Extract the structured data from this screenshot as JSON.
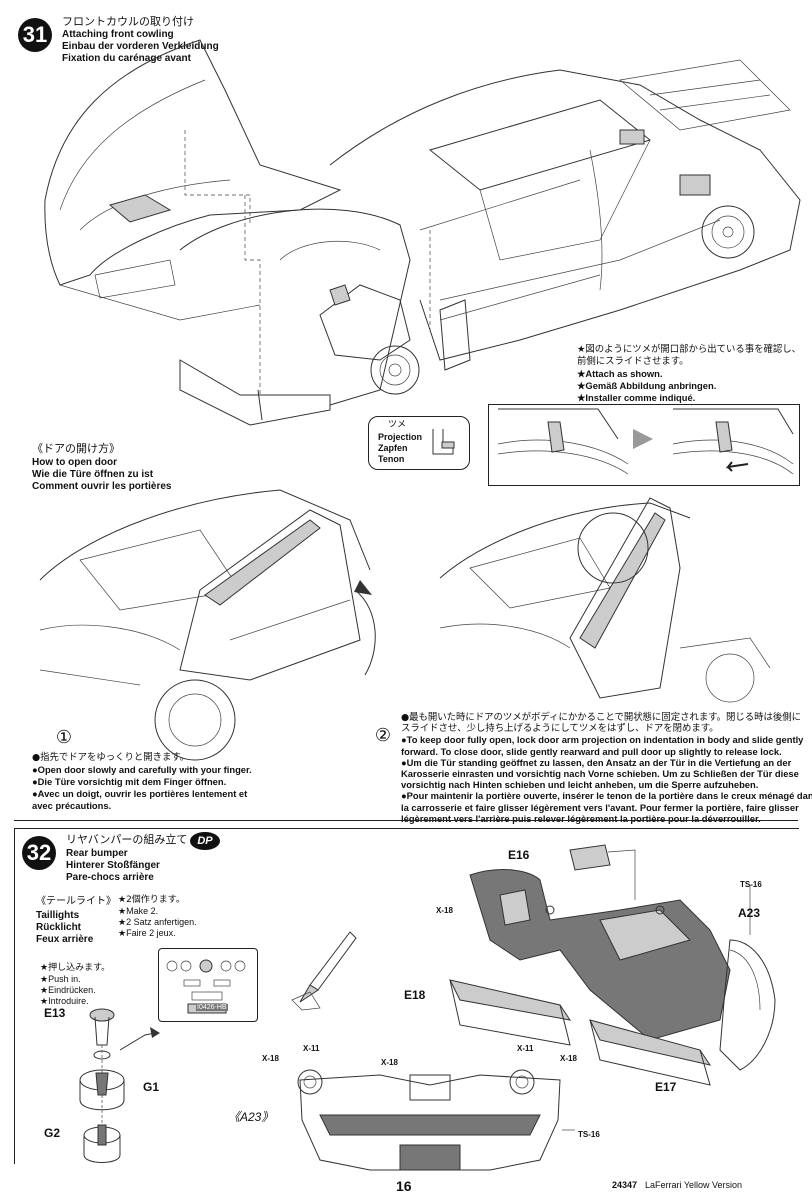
{
  "step31": {
    "number": "31",
    "title_jp": "フロントカウルの取り付け",
    "title_en": "Attaching front cowling",
    "title_de": "Einbau der vorderen Verkleidung",
    "title_fr": "Fixation du carénage avant",
    "note_jp1": "★図のようにツメが開口部から出ている事を確認し、",
    "note_jp2": "前側にスライドさせます。",
    "note_en": "★Attach as shown.",
    "note_de": "★Gemäß Abbildung anbringen.",
    "note_fr": "★Installer comme indiqué.",
    "projection_jp": "ツメ",
    "projection_en": "Projection",
    "projection_de": "Zapfen",
    "projection_fr": "Tenon",
    "door_title_jp": "《ドアの開け方》",
    "door_title_en": "How to open door",
    "door_title_de": "Wie die Türe öffnen zu ist",
    "door_title_fr": "Comment ouvrir les portières",
    "door1_num": "①",
    "door1_jp": "●指先でドアをゆっくりと開きます。",
    "door1_en": "●Open door slowly and carefully with your finger.",
    "door1_de": "●Die Türe vorsichtig mit dem Finger öffnen.",
    "door1_fr1": "●Avec un doigt, ouvrir les portières lentement et",
    "door1_fr2": "avec précautions.",
    "door2_num": "②",
    "door2_lines": [
      "●最も開いた時にドアのツメがボディにかかることで開状態に固定されます。閉じる時は後側に",
      "スライドさせ、少し持ち上げるようにしてツメをはずし、ドアを閉めます。",
      "●To keep door fully open, lock door arm projection on indentation in body and slide gently",
      "forward. To close door, slide gently rearward and pull door up slightly to release lock.",
      "●Um die Tür standing geöffnet zu lassen, den Ansatz an der Tür in die Vertiefung an der",
      "Karosserie einrasten und vorsichtig nach Vorne schieben. Um zu Schließen der Tür diese",
      "vorsichtig nach Hinten schieben und leicht anheben, um die Sperre aufzuheben.",
      "●Pour maintenir la portière ouverte, insérer le tenon de la portière dans le creux ménagé dans",
      "la carrosserie et faire glisser légèrement vers l'avant. Pour fermer la portière, faire glisser",
      "légèrement vers l'arrière puis relever légèrement la portière pour la déverrouiller."
    ]
  },
  "step32": {
    "number": "32",
    "title_jp": "リヤバンパーの組み立て",
    "badge": "DP",
    "title_en": "Rear bumper",
    "title_de": "Hinterer Stoßfänger",
    "title_fr": "Pare-chocs arrière",
    "tail_jp": "《テールライト》",
    "tail_en": "Taillights",
    "tail_de": "Rücklicht",
    "tail_fr": "Feux arrière",
    "make_jp": "★2個作ります。",
    "make_en": "★Make 2.",
    "make_de": "★2 Satz anfertigen.",
    "make_fr": "★Faire 2 jeux.",
    "push_jp": "★押し込みます。",
    "push_en": "★Push in.",
    "push_de": "★Eindrücken.",
    "push_fr": "★Introduire.",
    "parts": {
      "e13": "E13",
      "g1": "G1",
      "g2": "G2",
      "e16": "E16",
      "e18": "E18",
      "e17": "E17",
      "a23": "A23",
      "a23_bracket": "《A23》",
      "ts16": "TS-16",
      "x18": "X-18",
      "x11": "X-11"
    },
    "plate": "I0426-HB"
  },
  "footer": {
    "page": "16",
    "code": "24347",
    "name": "LaFerrari Yellow Version"
  }
}
